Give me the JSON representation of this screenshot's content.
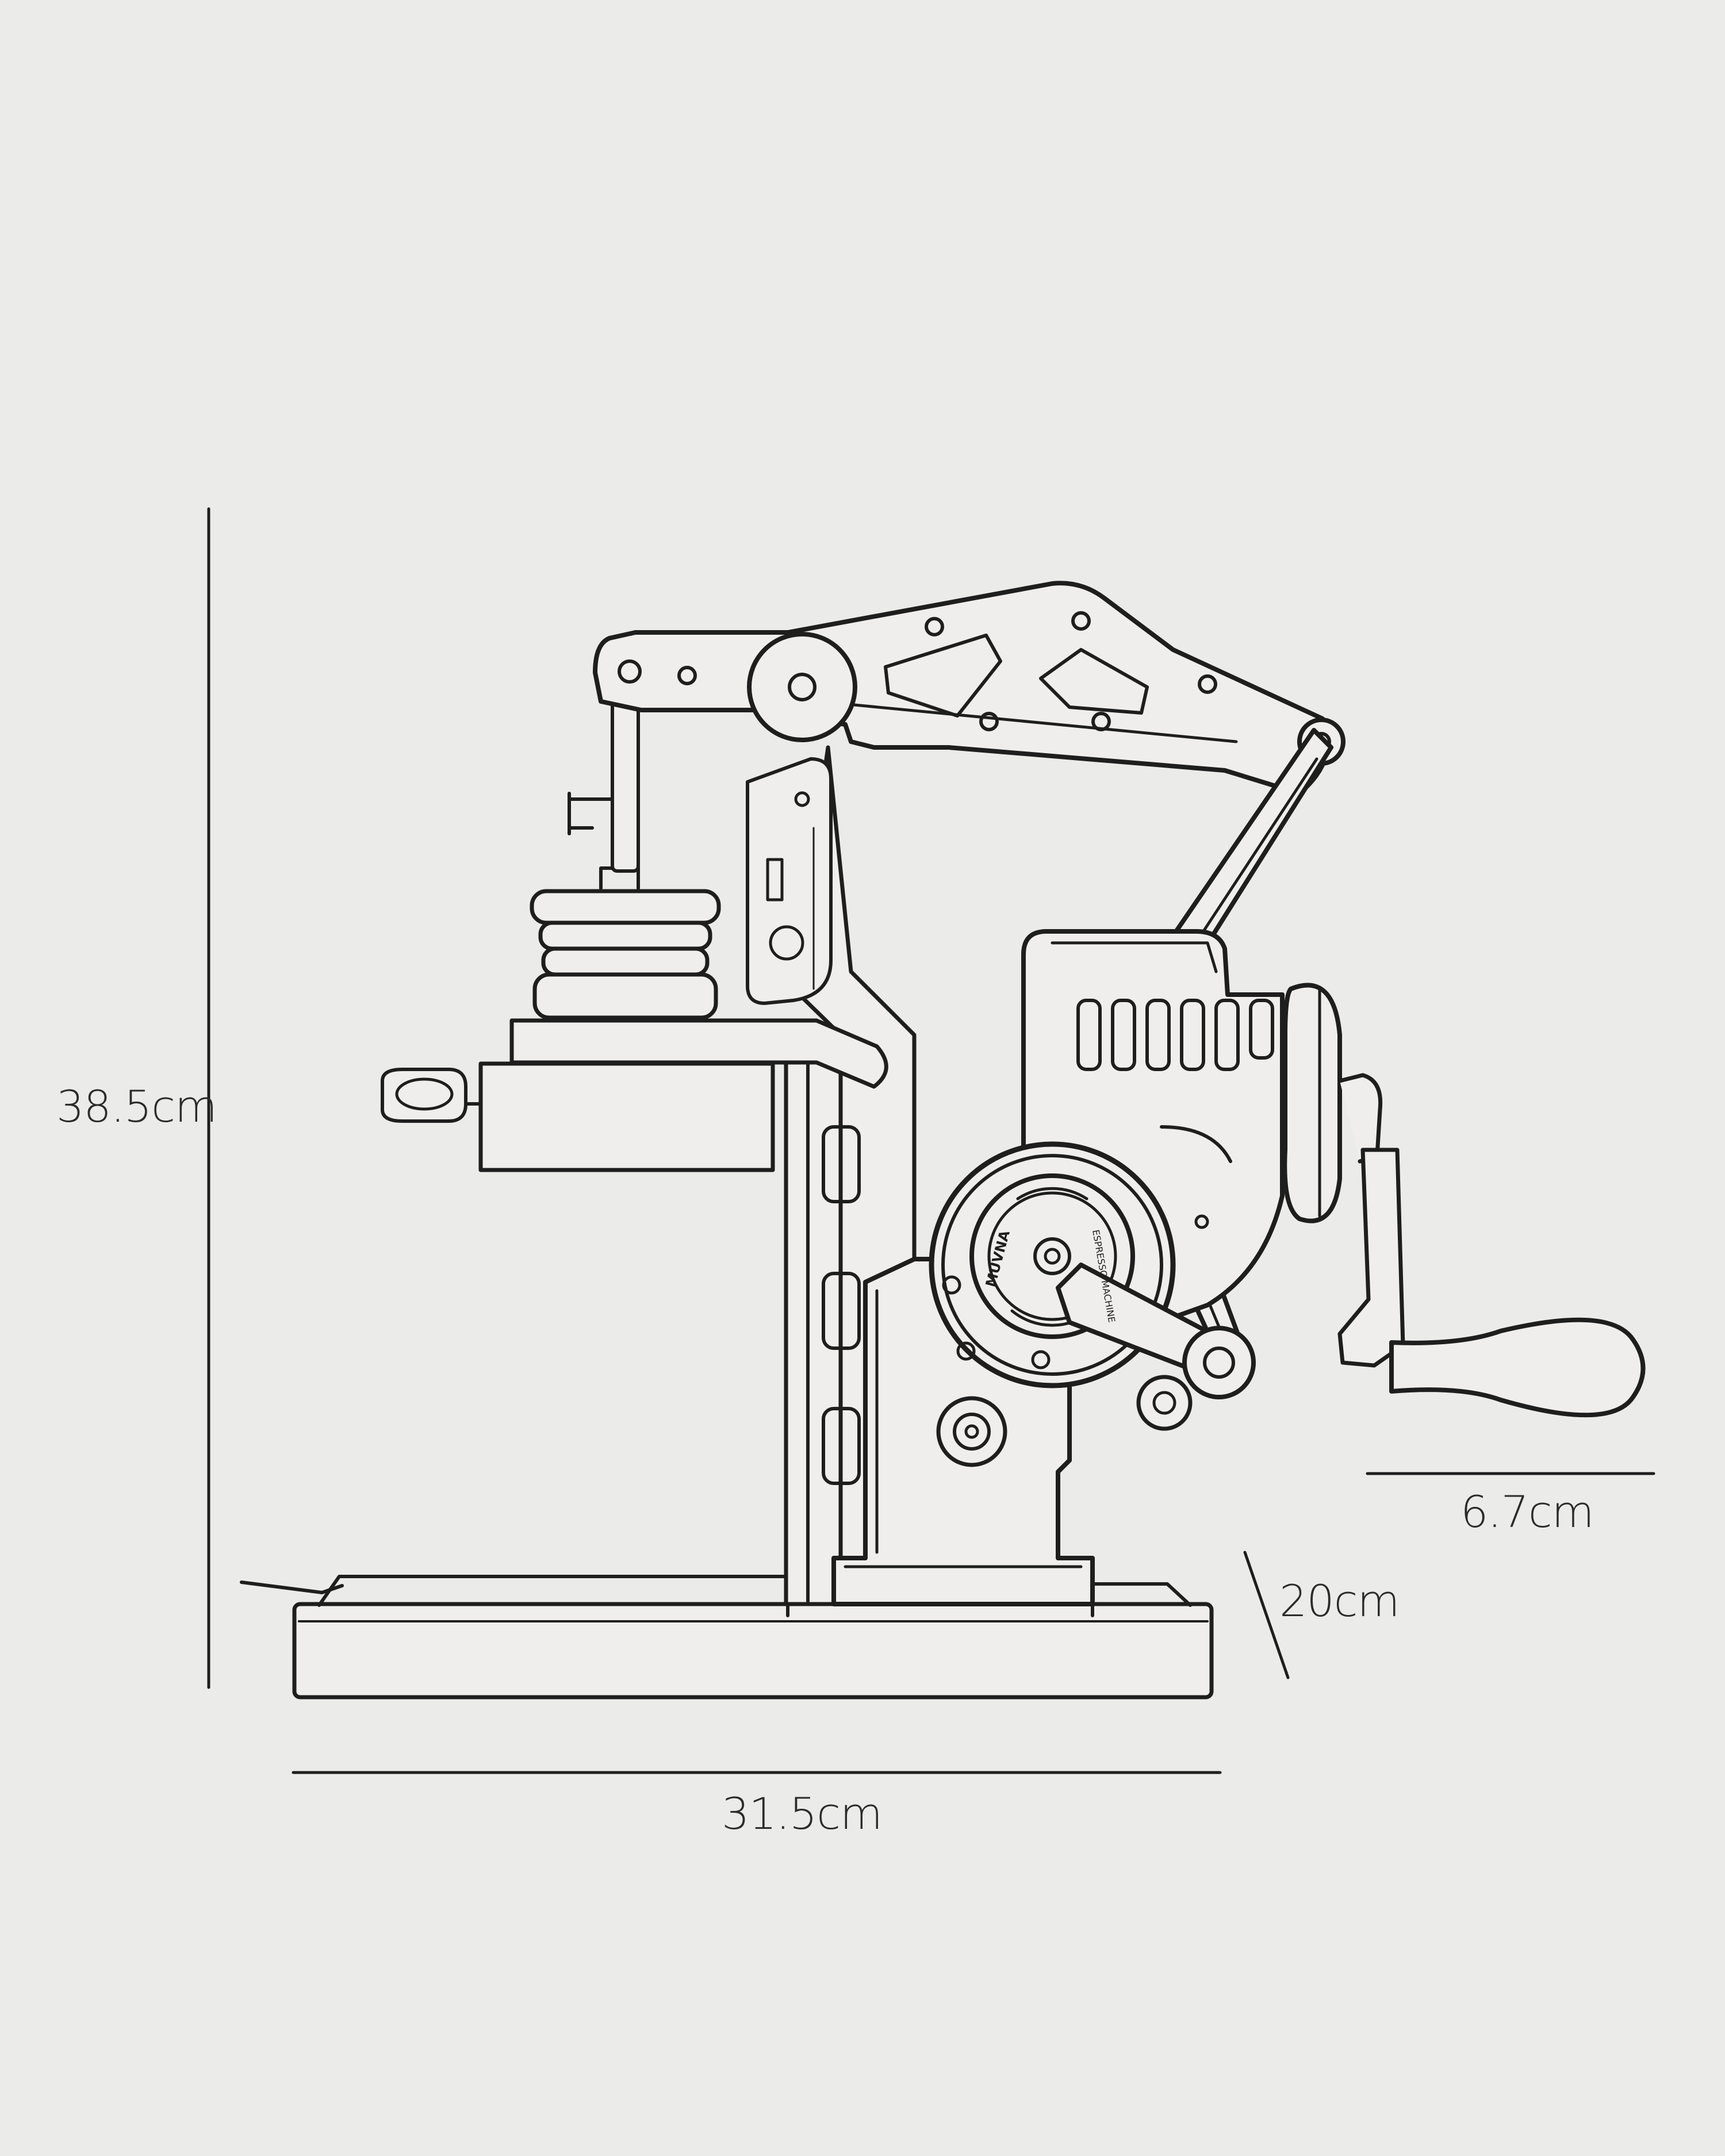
{
  "dimensions": {
    "height_label": "38.5cm",
    "width_label": "31.5cm",
    "depth_label": "20cm",
    "handle_label": "6.7cm"
  },
  "labels_on_machine": {
    "brand_on_knob": "MUVNA",
    "knob_subtext": "ESPRESSO MACHINE"
  },
  "colors": {
    "background": "#ebebe9",
    "line": "#1e1e1e",
    "text": "#2b2b2b"
  }
}
